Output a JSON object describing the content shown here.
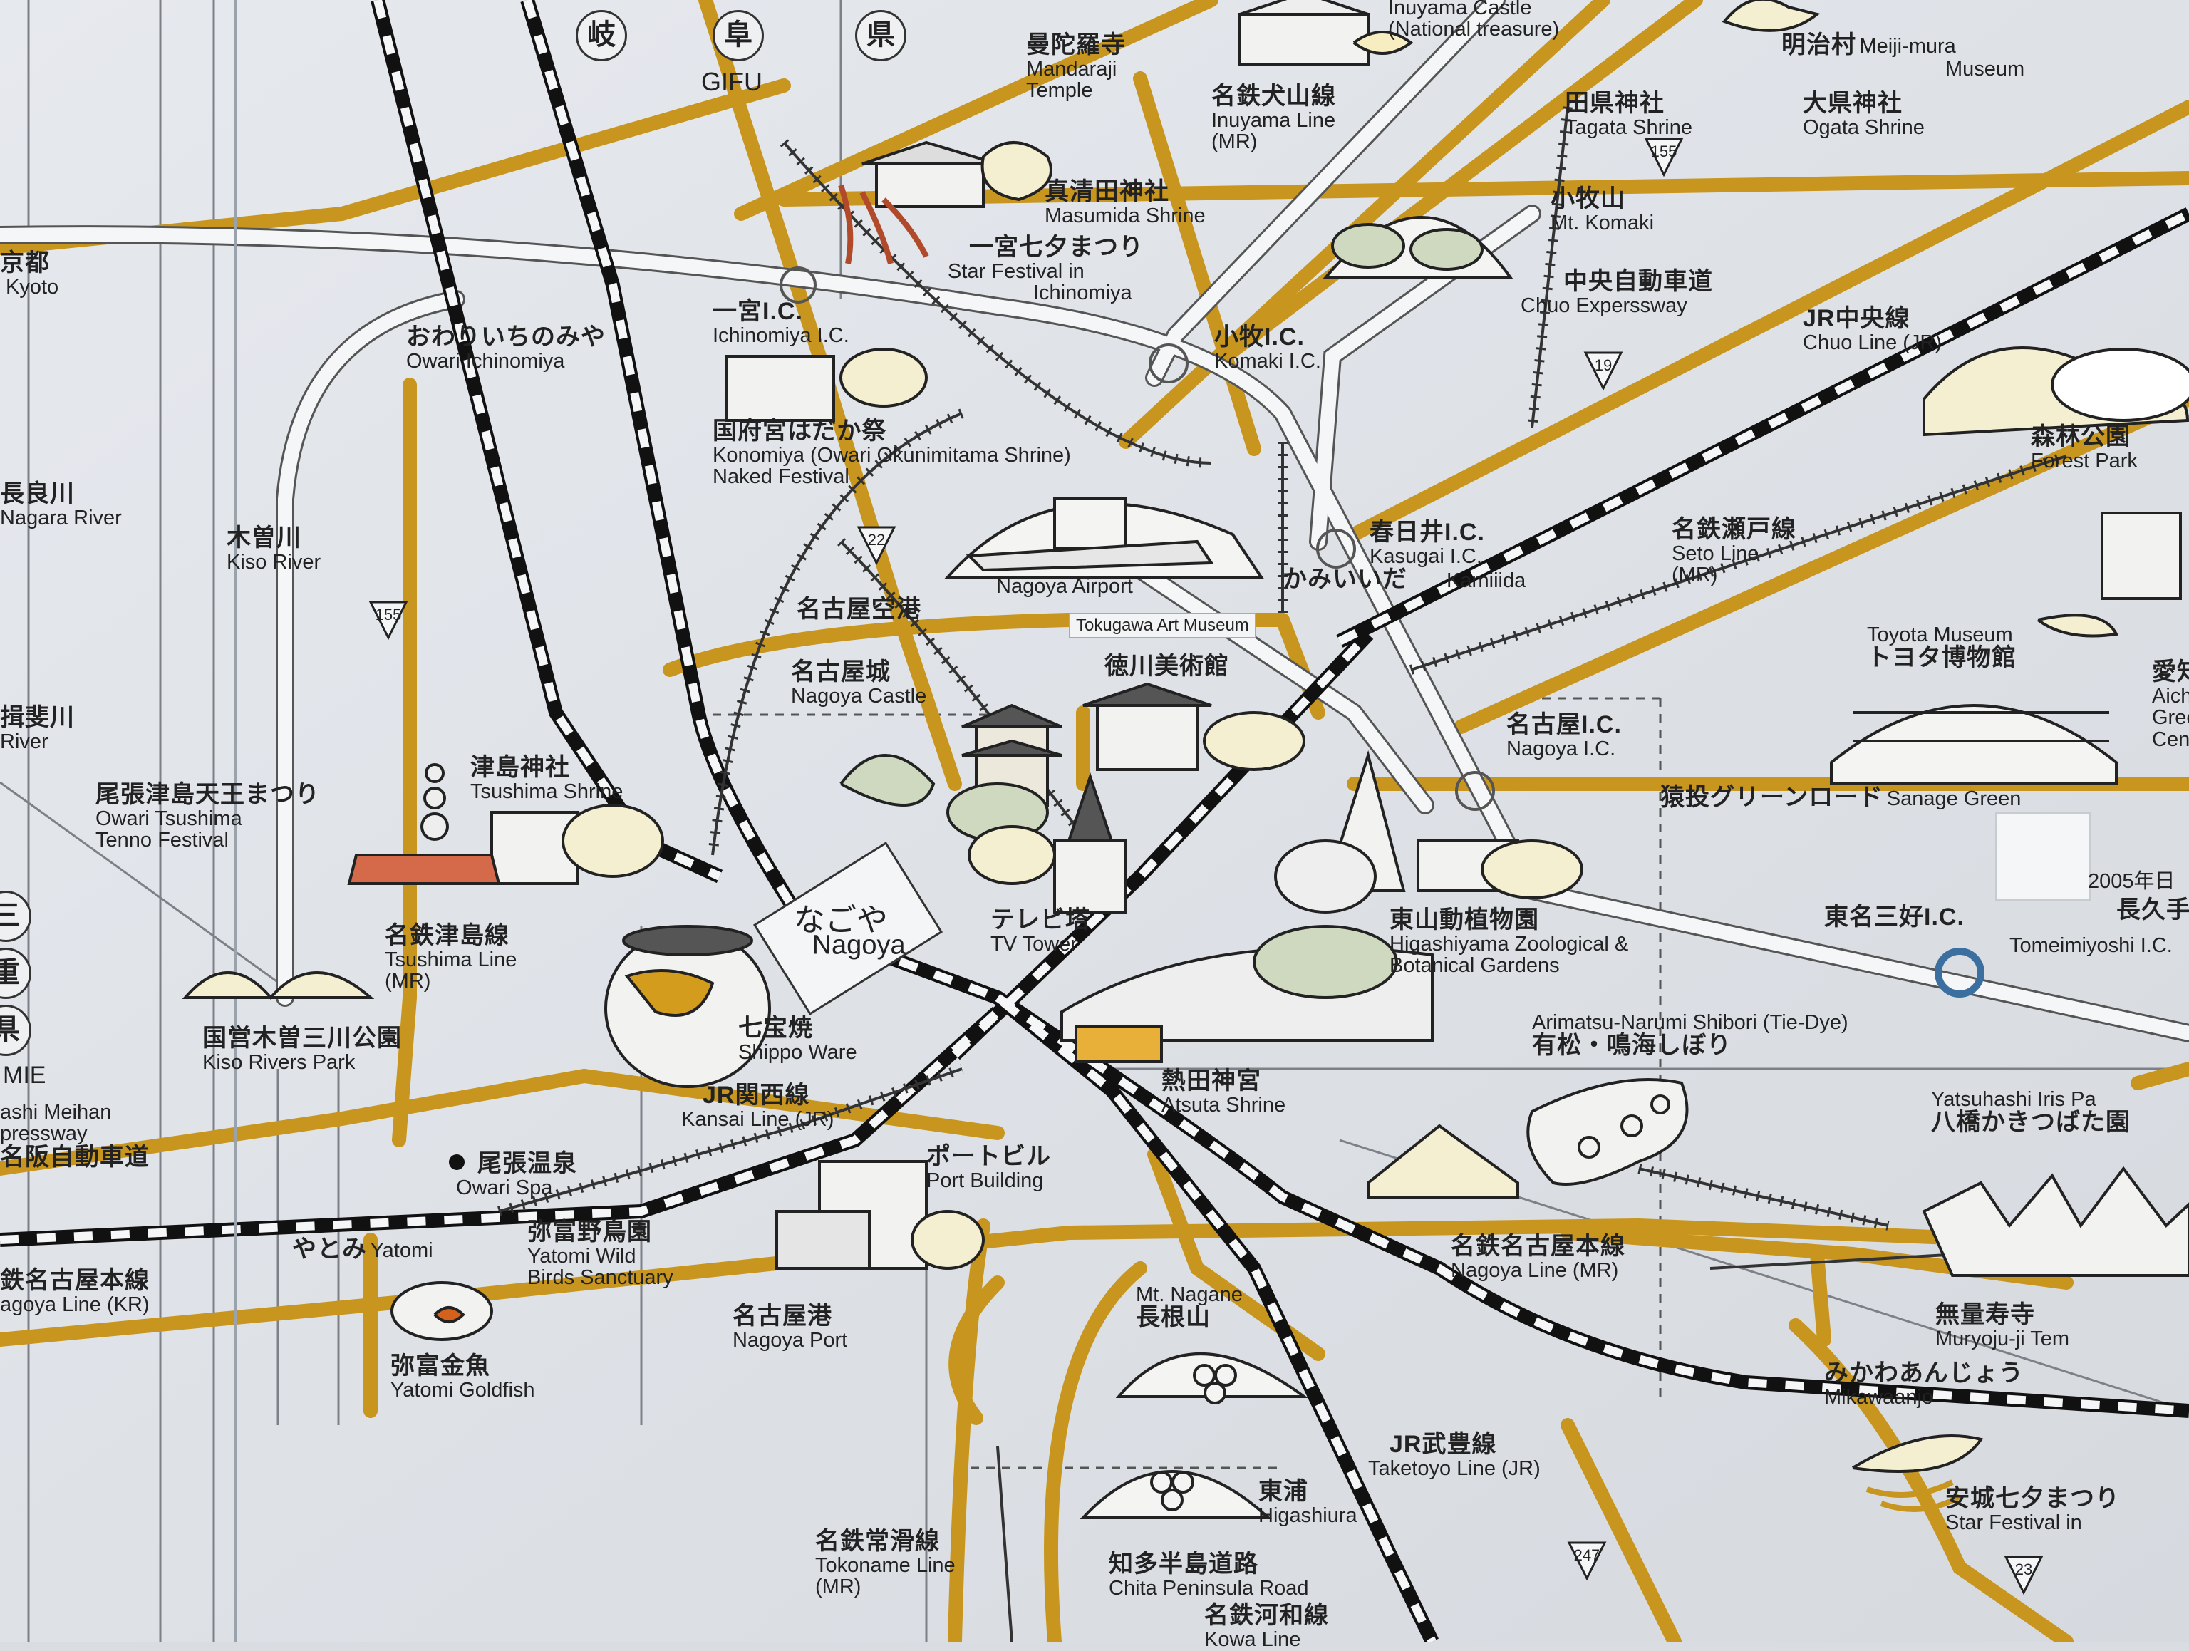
{
  "prefecture": {
    "chars": [
      "岐",
      "阜",
      "県"
    ],
    "en": "GIFU"
  },
  "left_prefecture": {
    "chars": [
      "三",
      "重",
      "県"
    ],
    "en": "MIE"
  },
  "center": {
    "jp": "なごや",
    "en": "Nagoya"
  },
  "labels": {
    "kyoto": {
      "jp": "京都",
      "en": "Kyoto"
    },
    "nagara": {
      "jp": "長良川",
      "en": "Nagara River"
    },
    "ibi": {
      "jp": "揖斐川",
      "en": "River"
    },
    "kiso": {
      "jp": "木曽川",
      "en": "Kiso River"
    },
    "mandaraji": {
      "jp": "曼陀羅寺",
      "en": "Mandaraji",
      "en2": "Temple"
    },
    "inuyama_castle": {
      "en": "Inuyama Castle",
      "en2": "(National treasure)"
    },
    "meijimura": {
      "jp": "明治村",
      "en": "Meiji-mura",
      "en2": "Museum"
    },
    "inuyama_line": {
      "jp": "名鉄犬山線",
      "en": "Inuyama Line",
      "en2": "(MR)"
    },
    "tagata": {
      "jp": "田県神社",
      "en": "Tagata Shrine"
    },
    "ogata": {
      "jp": "大県神社",
      "en": "Ogata Shrine"
    },
    "masumida": {
      "jp": "真清田神社",
      "en": "Masumida Shrine"
    },
    "komaki_mt": {
      "jp": "小牧山",
      "en": "Mt. Komaki"
    },
    "star_festival_ichinomiya": {
      "jp": "一宮七夕まつり",
      "en": "Star Festival in",
      "en2": "Ichinomiya"
    },
    "chuo_expressway": {
      "jp": "中央自動車道",
      "en": "Chuo Experssway"
    },
    "ichinomiya_ic": {
      "jp": "一宮I.C.",
      "en": "Ichinomiya I.C."
    },
    "owari_ichinomiya": {
      "jp": "おわりいちのみや",
      "en": "Owari Ichinomiya"
    },
    "komaki_ic": {
      "jp": "小牧I.C.",
      "en": "Komaki I.C."
    },
    "jr_chuo": {
      "jp": "JR中央線",
      "en": "Chuo Line (JR)"
    },
    "konomiya": {
      "jp": "国府宮はだか祭",
      "en": "Konomiya (Owari Okunimitama Shrine)",
      "en2": "Naked Festival"
    },
    "forest_park": {
      "jp": "森林公園",
      "en": "Forest Park"
    },
    "kasugai_ic": {
      "jp": "春日井I.C.",
      "en": "Kasugai I.C."
    },
    "seto_line": {
      "jp": "名鉄瀬戸線",
      "en": "Seto Line",
      "en2": "(MR)"
    },
    "nagoya_airport": {
      "jp": "名古屋空港",
      "en": "Nagoya Airport"
    },
    "kamiiida": {
      "jp": "かみいいだ",
      "en": "Kamiiida"
    },
    "tokugawa_tag": "Tokugawa Art Museum",
    "tokugawa_jp": "徳川美術館",
    "toyota": {
      "jp": "トヨタ博物館",
      "en": "Toyota Museum"
    },
    "aichi": {
      "jp": "愛知",
      "en": "Aichi",
      "en2": "Green",
      "en3": "Cente"
    },
    "nagoya_castle": {
      "jp": "名古屋城",
      "en": "Nagoya Castle"
    },
    "nagoya_ic": {
      "jp": "名古屋I.C.",
      "en": "Nagoya I.C."
    },
    "tsushima_shrine": {
      "jp": "津島神社",
      "en": "Tsushima Shrine"
    },
    "tenno": {
      "jp": "尾張津島天王まつり",
      "en": "Owari Tsushima",
      "en2": "Tenno Festival"
    },
    "sanage": {
      "jp": "猿投グリーンロード",
      "en": "Sanage Green"
    },
    "tv_tower": {
      "jp": "テレビ塔",
      "en": "TV Tower"
    },
    "higashiyama": {
      "jp": "東山動植物園",
      "en": "Higashiyama Zoological &",
      "en2": "Botanical Gardens"
    },
    "expo_year": "2005年日",
    "nagakute": "長久手",
    "tomei_miyoshi": {
      "jp": "東名三好I.C.",
      "en": "Tomeimiyoshi I.C."
    },
    "tsushima_line": {
      "jp": "名鉄津島線",
      "en": "Tsushima Line",
      "en2": "(MR)"
    },
    "kiso_park": {
      "jp": "国営木曽三川公園",
      "en": "Kiso Rivers Park"
    },
    "shippo": {
      "jp": "七宝焼",
      "en": "Shippo Ware"
    },
    "arimatsu": {
      "jp": "有松・鳴海しぼり",
      "en": "Arimatsu-Narumi Shibori (Tie-Dye)"
    },
    "meihan": {
      "jp": "名阪自動車道",
      "en": "ashi Meihan",
      "en2": "pressway"
    },
    "jr_kansai": {
      "jp": "JR関西線",
      "en": "Kansai Line (JR)"
    },
    "atsuta": {
      "jp": "熱田神宮",
      "en": "Atsuta Shrine"
    },
    "yatsuhashi": {
      "jp": "八橋かきつばた園",
      "en": "Yatsuhashi Iris Pa"
    },
    "owari_spa": {
      "jp": "尾張温泉",
      "en": "Owari Spa"
    },
    "port_building": {
      "jp": "ポートビル",
      "en": "Port Building"
    },
    "yatomi": {
      "jp": "やとみ",
      "en": "Yatomi"
    },
    "yatomi_birds": {
      "jp": "弥富野鳥園",
      "en": "Yatomi Wild",
      "en2": "Birds Sanctuary"
    },
    "nagoya_line_mr": {
      "jp": "名鉄名古屋本線",
      "en": "Nagoya Line (MR)"
    },
    "nagoya_line_kr": {
      "jp": "鉄名古屋本線",
      "en": "agoya Line (KR)"
    },
    "mt_nagane": {
      "jp": "長根山",
      "en": "Mt. Nagane"
    },
    "muryoju": {
      "jp": "無量寿寺",
      "en": "Muryoju-ji Tem"
    },
    "nagoya_port": {
      "jp": "名古屋港",
      "en": "Nagoya Port"
    },
    "yatomi_goldfish": {
      "jp": "弥富金魚",
      "en": "Yatomi Goldfish"
    },
    "mikawaanjo": {
      "jp": "みかわあんじょう",
      "en": "Mikawaanjo"
    },
    "taketoyo": {
      "jp": "JR武豊線",
      "en": "Taketoyo Line (JR)"
    },
    "higashiura": {
      "jp": "東浦",
      "en": "Higashiura"
    },
    "anjo_star": {
      "jp": "安城七夕まつり",
      "en": "Star Festival in"
    },
    "tokoname": {
      "jp": "名鉄常滑線",
      "en": "Tokoname Line",
      "en2": "(MR)"
    },
    "chita": {
      "jp": "知多半島道路",
      "en": "Chita Peninsula Road"
    },
    "kowa": {
      "jp": "名鉄河和線",
      "en": "Kowa Line"
    }
  },
  "route_badges": [
    "155",
    "19",
    "22",
    "155",
    "247",
    "23"
  ],
  "colors": {
    "road": "#c8961e",
    "rail_black": "#111111",
    "paper": "#e8ebef",
    "expressway": "#f5f6f7"
  }
}
